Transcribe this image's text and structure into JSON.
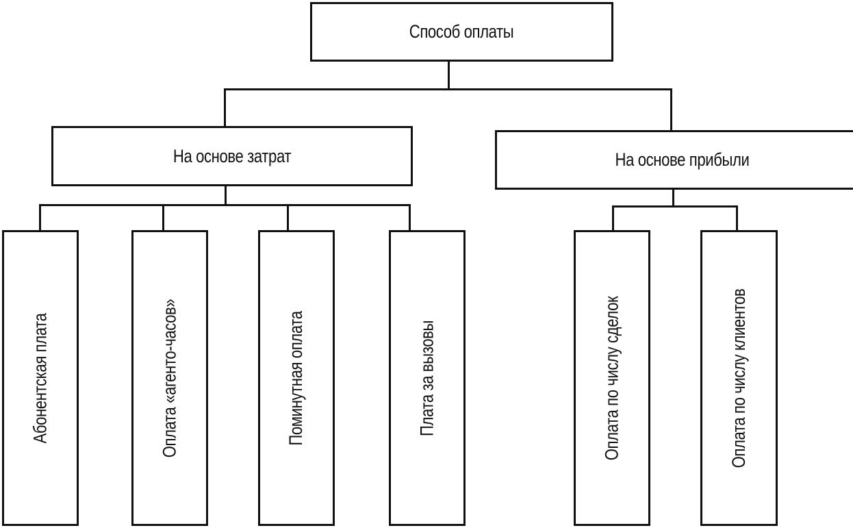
{
  "root": {
    "label": "Способ оплаты"
  },
  "branches": [
    {
      "label": "На основе затрат",
      "children": [
        {
          "label": "Абонентская плата"
        },
        {
          "label": "Оплата «агенто-часов»"
        },
        {
          "label": "Поминутная оплата"
        },
        {
          "label": "Плата за вызовы"
        }
      ]
    },
    {
      "label": "На основе прибыли",
      "children": [
        {
          "label": "Оплата по числу сделок"
        },
        {
          "label": "Оплата по числу клиентов"
        }
      ]
    }
  ]
}
